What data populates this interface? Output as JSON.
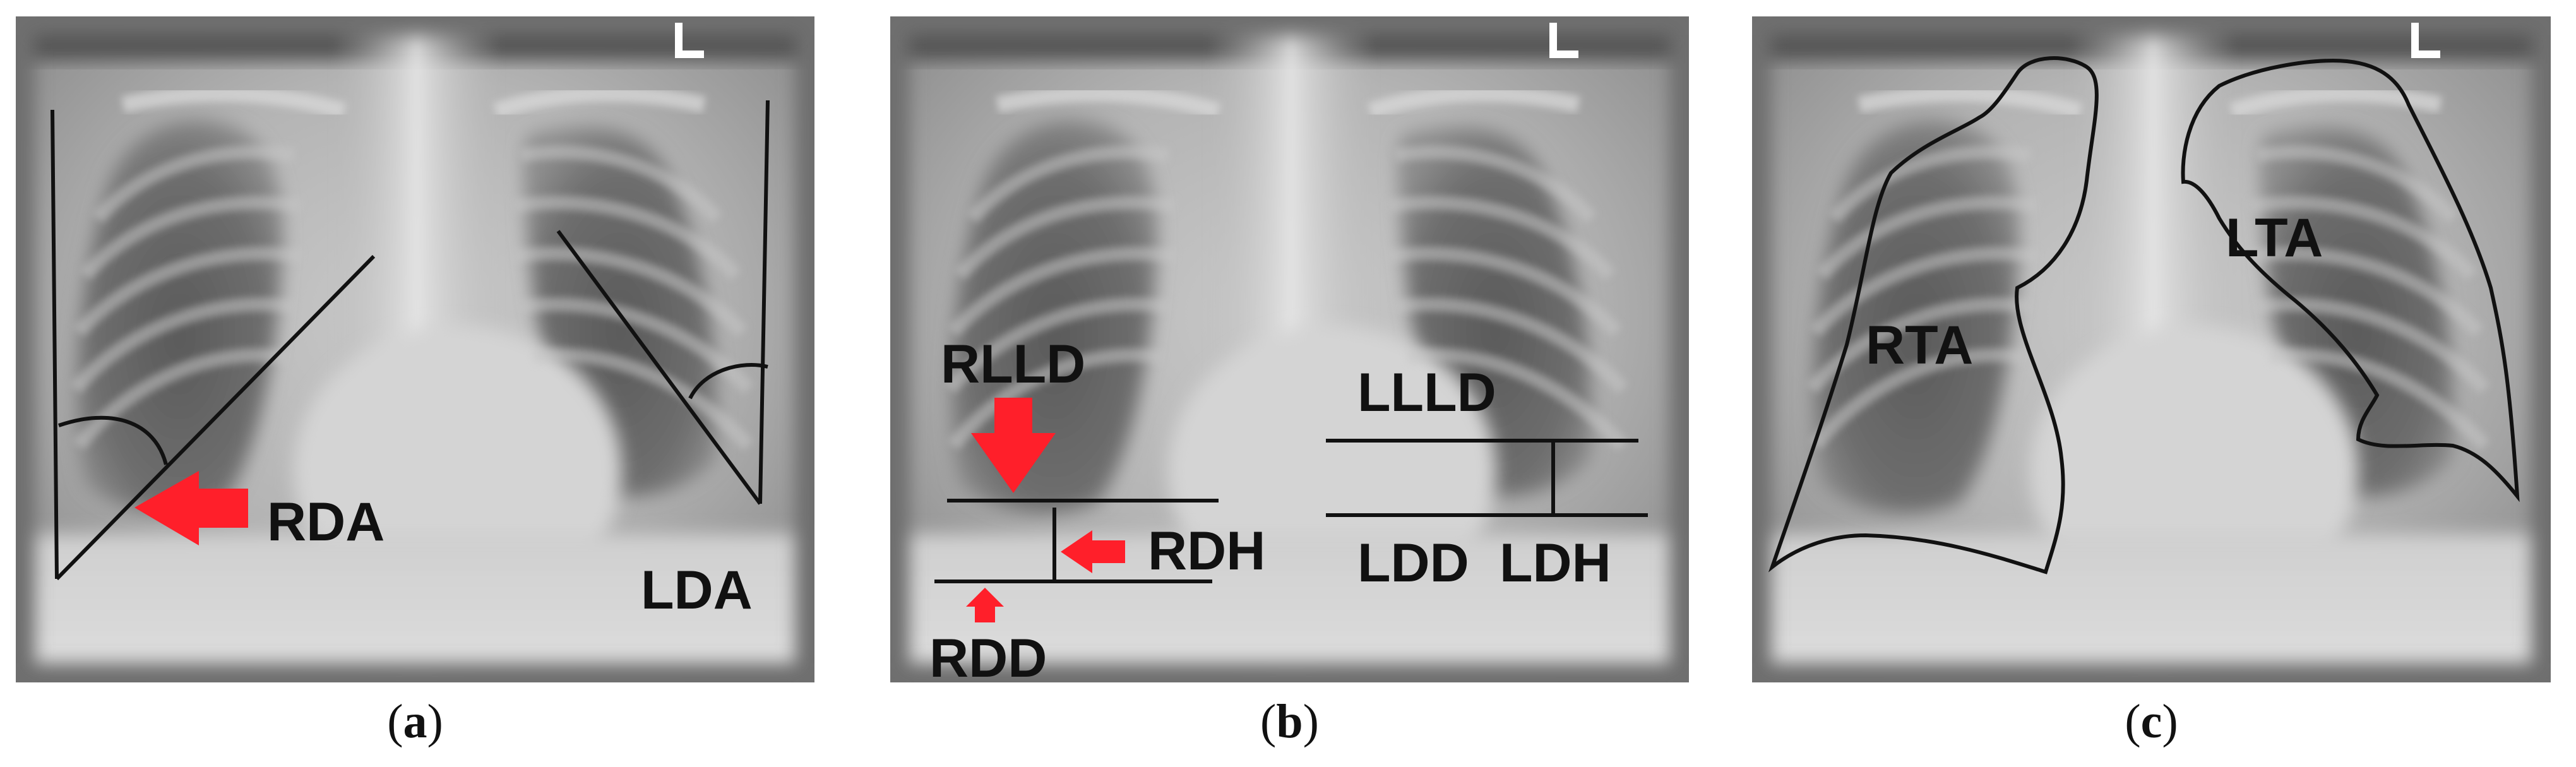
{
  "panels": [
    {
      "caption_open": "(",
      "caption_letter": "a",
      "caption_close": ")",
      "labels": {
        "rda": "RDA",
        "lda": "LDA"
      }
    },
    {
      "caption_open": "(",
      "caption_letter": "b",
      "caption_close": ")",
      "labels": {
        "rlld": "RLLD",
        "rdh": "RDH",
        "rdd": "RDD",
        "llld": "LLLD",
        "ldd": "LDD",
        "ldh": "LDH"
      }
    },
    {
      "caption_open": "(",
      "caption_letter": "c",
      "caption_close": ")",
      "labels": {
        "rta": "RTA",
        "lta": "LTA"
      }
    }
  ],
  "colors": {
    "annotation_line": "#111111",
    "arrow": "#ff1f2a",
    "marker": "#ffffff"
  }
}
